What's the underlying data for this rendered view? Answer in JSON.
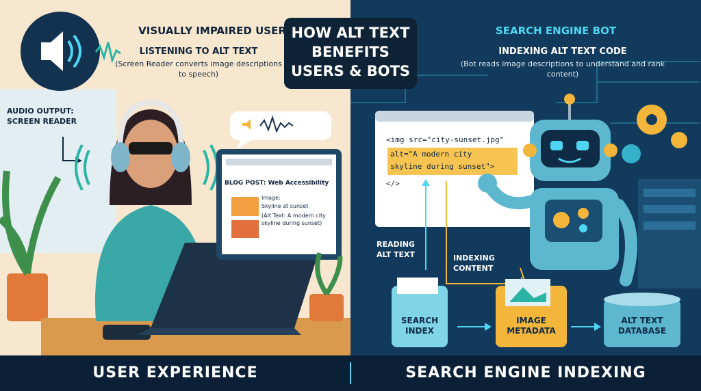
{
  "title": "HOW ALT TEXT BENEFITS USERS & BOTS",
  "left": {
    "heading": "VISUALLY IMPAIRED USER",
    "subheading": "LISTENING TO ALT TEXT",
    "note": "(Screen Reader converts image descriptions to speech)",
    "audio_label": "AUDIO OUTPUT: SCREEN READER",
    "blog_title": "BLOG POST: Web Accessibility",
    "image_label": "Image:",
    "image_caption": "Skyline at sunset",
    "alt_note": "(Alt Text: A modern city skyline during sunset)",
    "footer": "USER EXPERIENCE"
  },
  "right": {
    "heading": "SEARCH ENGINE BOT",
    "subheading": "INDEXING ALT TEXT CODE",
    "note": "(Bot reads image descriptions to understand and rank content)",
    "code_line1": "<img src=\"city-sunset.jpg\"",
    "code_line2": "alt=\"A modern city",
    "code_line3": "skyline during sunset\">",
    "code_line4": "</>",
    "reading_label": "READING ALT TEXT",
    "indexing_label": "INDEXING CONTENT",
    "folder1": "SEARCH INDEX",
    "folder2": "IMAGE METADATA",
    "folder3": "ALT TEXT DATABASE",
    "footer": "SEARCH ENGINE INDEXING"
  },
  "colors": {
    "cream": "#f8e7cf",
    "navy": "#123a5c",
    "cyan": "#4fd6f2",
    "amber": "#f4b63a",
    "teal": "#2bb3a4"
  }
}
